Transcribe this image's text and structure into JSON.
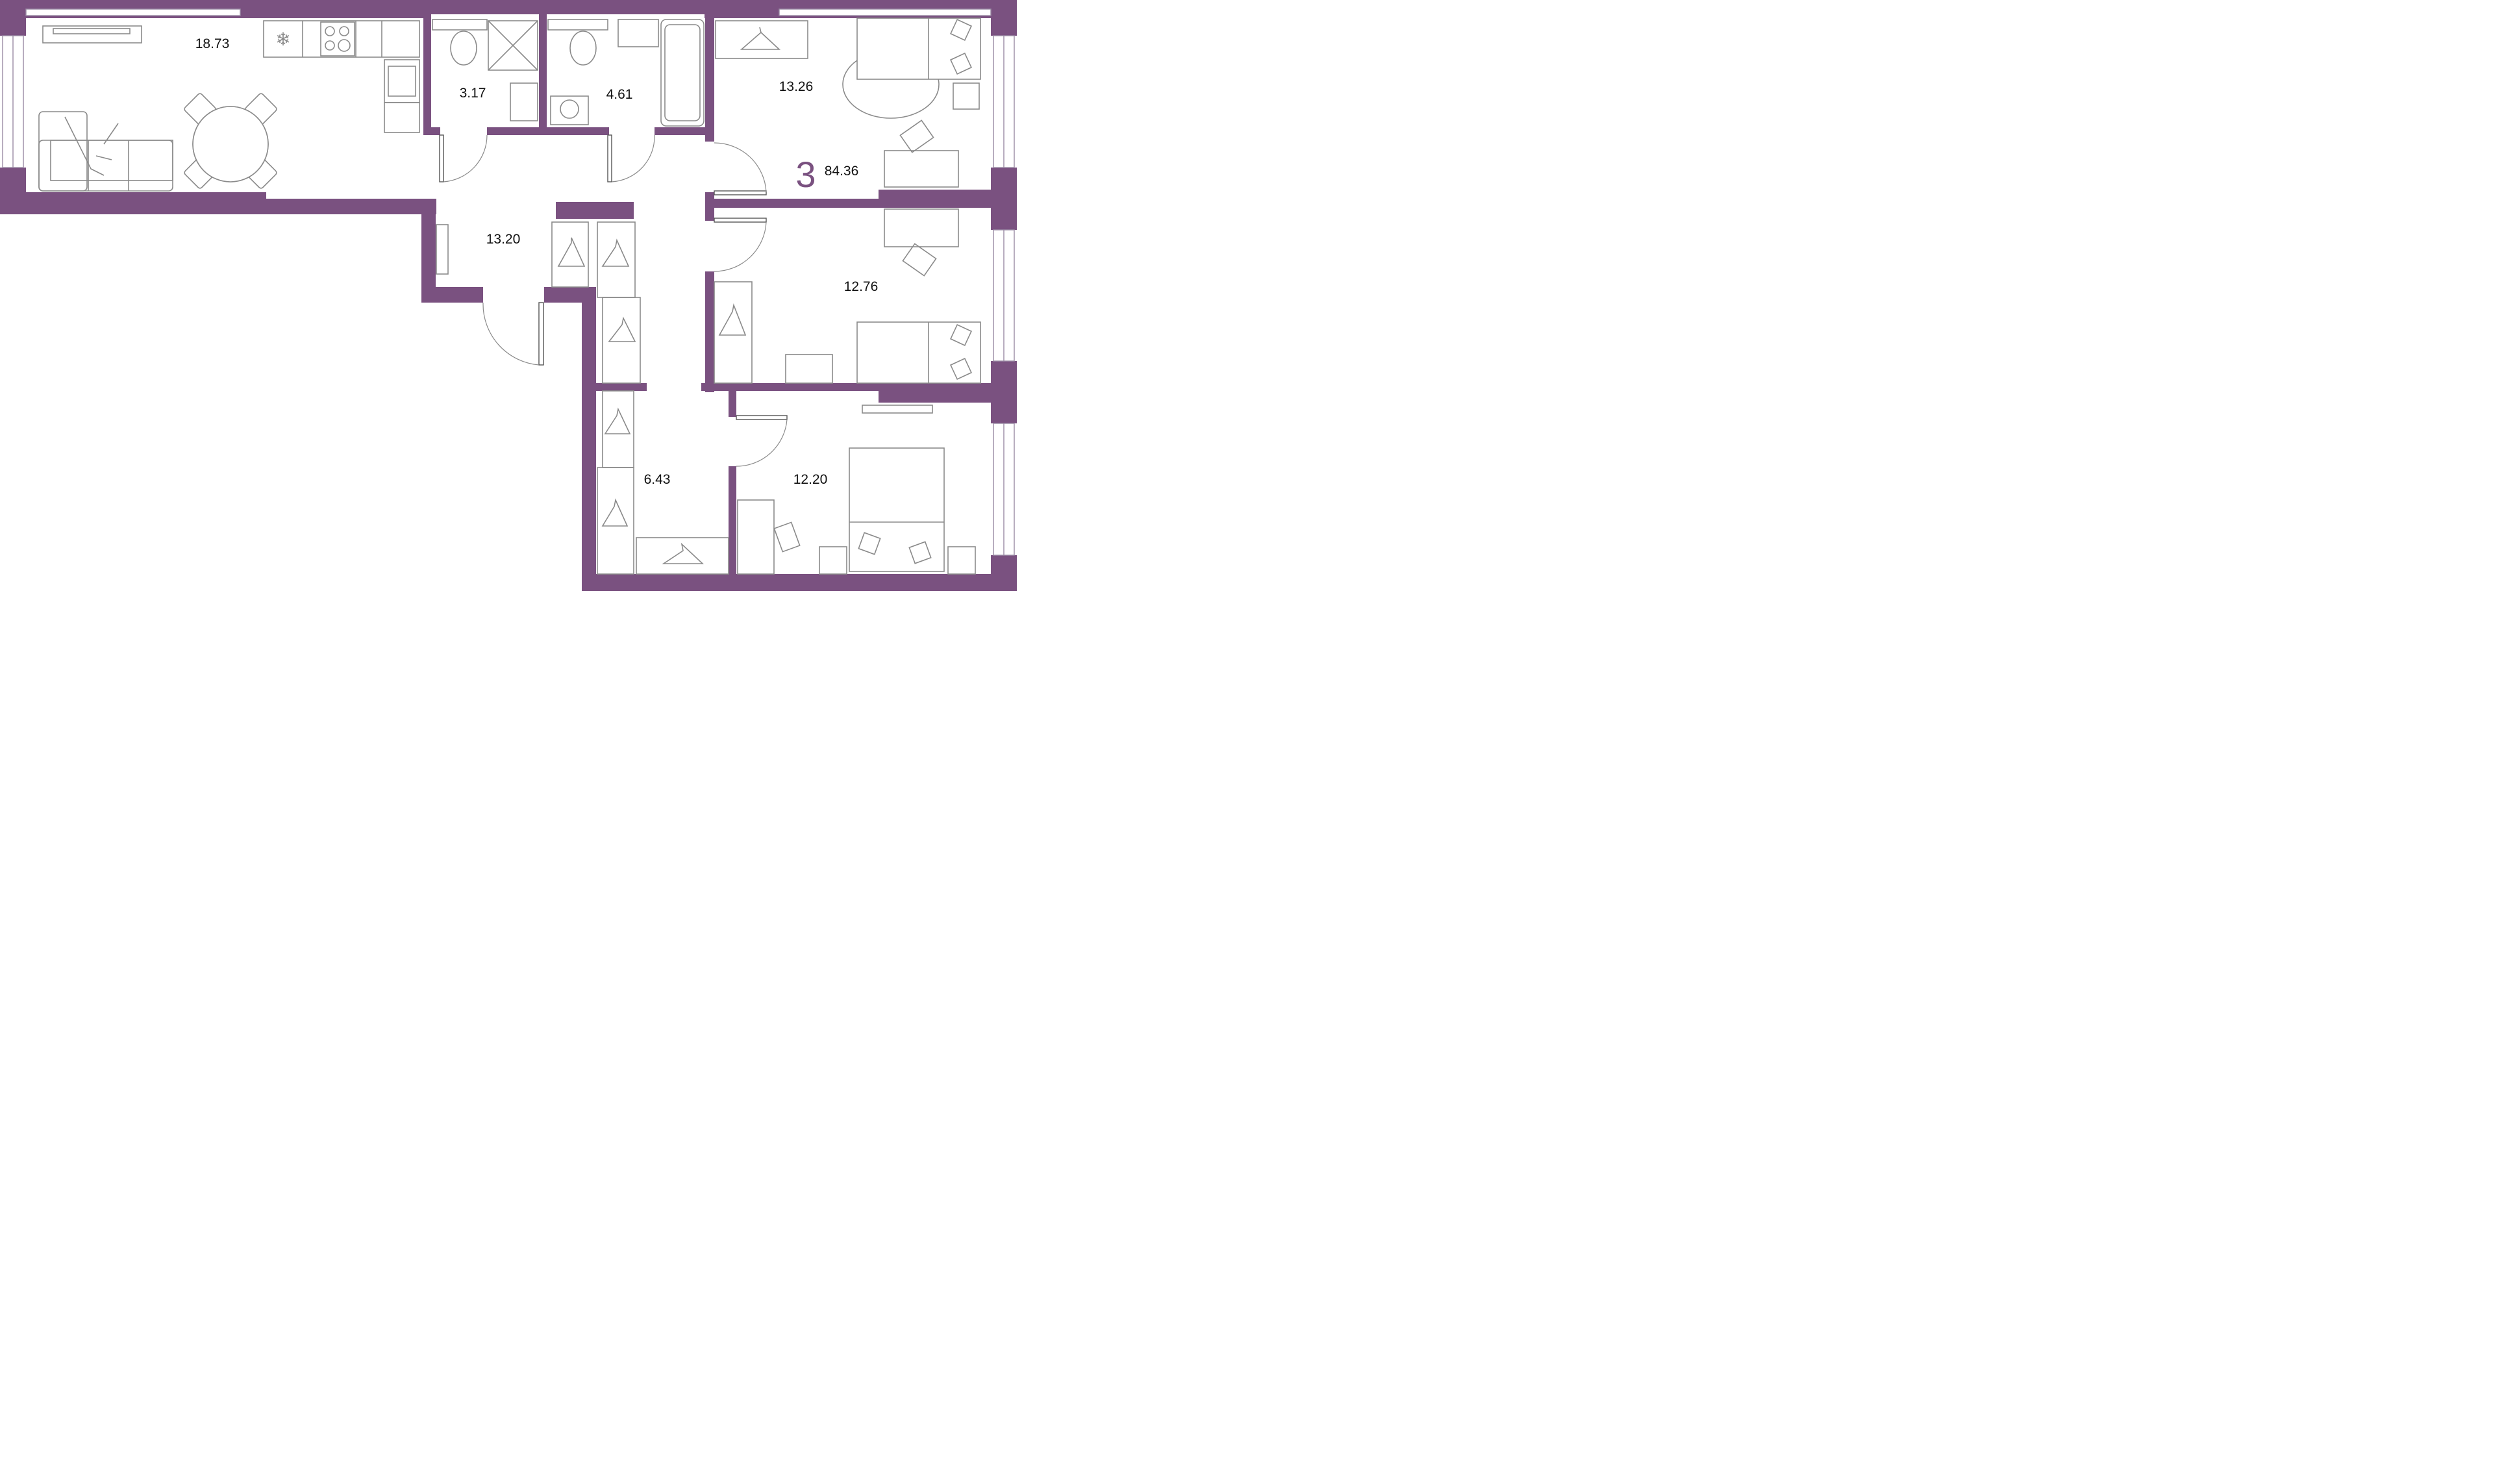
{
  "colors": {
    "wall": "#7a5180",
    "furniture": "#8a8a8a",
    "background": "#ffffff",
    "label": "#111111"
  },
  "apartment": {
    "rooms_count": "3",
    "total_area": "84.36"
  },
  "rooms": {
    "kitchen_living": "18.73",
    "wc": "3.17",
    "bathroom": "4.61",
    "bedroom_top": "13.26",
    "hall": "13.20",
    "bedroom_middle": "12.76",
    "corridor": "6.43",
    "bedroom_bottom": "12.20"
  }
}
